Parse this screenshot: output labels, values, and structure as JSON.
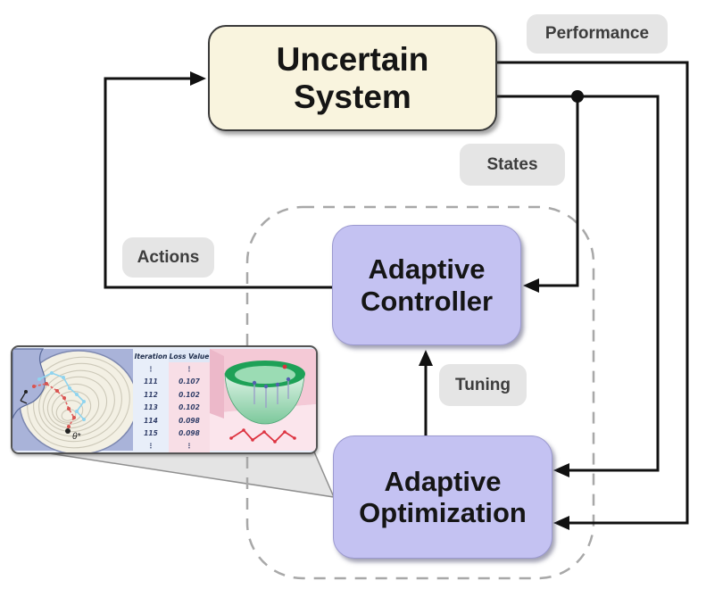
{
  "figure": {
    "boxes": {
      "uncertain_system": {
        "line1": "Uncertain",
        "line2": "System"
      },
      "adaptive_controller": {
        "line1": "Adaptive",
        "line2": "Controller"
      },
      "adaptive_optimization": {
        "line1": "Adaptive",
        "line2": "Optimization"
      }
    },
    "signal_labels": {
      "performance": "Performance",
      "states": "States",
      "actions": "Actions",
      "tuning": "Tuning"
    },
    "colors": {
      "wire": "#111111",
      "uncertain_fill": "#f9f4de",
      "adaptive_fill": "#c4c2f2",
      "label_fill": "#e5e5e5",
      "label_text": "#3d3d3d",
      "dashed_border": "#a8a8a8",
      "contour_bg": "#a9b3d9",
      "contour_paper": "#f3f0e4",
      "path_red": "#e06464",
      "path_cyan": "#8fd4ef",
      "surface_green": "#1ea157",
      "surface_pink": "#f4c9d6"
    }
  },
  "inset": {
    "contour": {
      "optimum_label": "θ*"
    },
    "table": {
      "headers": [
        "Iteration",
        "Loss Value"
      ],
      "ellipsis": "⋮",
      "rows": [
        [
          "111",
          "0.107"
        ],
        [
          "112",
          "0.102"
        ],
        [
          "113",
          "0.102"
        ],
        [
          "114",
          "0.098"
        ],
        [
          "115",
          "0.098"
        ]
      ]
    }
  }
}
